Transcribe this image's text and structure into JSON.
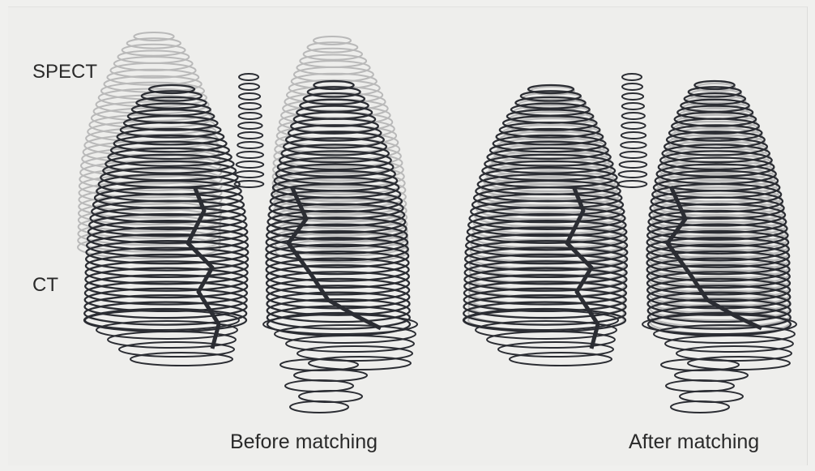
{
  "labels": {
    "spect": "SPECT",
    "ct": "CT",
    "before_caption": "Before matching",
    "after_caption": "After matching"
  },
  "panels": [
    {
      "id": "before",
      "caption_key": "before_caption",
      "spect_offset_shown": true
    },
    {
      "id": "after",
      "caption_key": "after_caption",
      "spect_offset_shown": false
    }
  ],
  "colors": {
    "background": "#eeeeec",
    "ct_contour": "#2b2d33",
    "spect_contour": "#b9b9b9",
    "text": "#2a2a2a"
  }
}
